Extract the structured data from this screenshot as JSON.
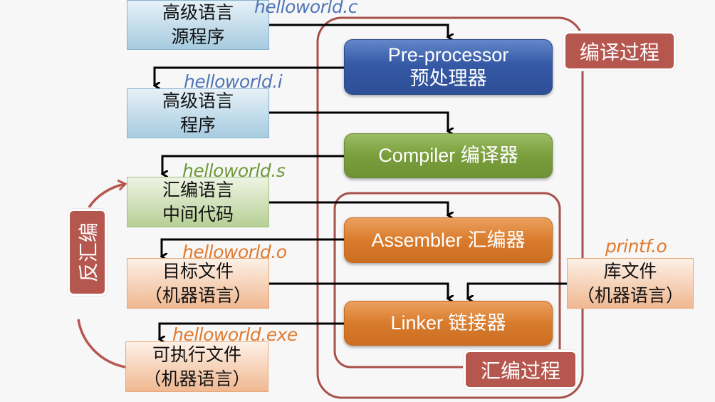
{
  "title": "C program compilation process diagram",
  "files": {
    "source": {
      "line1": "高级语言",
      "line2": "源程序",
      "filename": "helloworld.c"
    },
    "preprocessed": {
      "line1": "高级语言",
      "line2": "程序",
      "filename": "helloworld.i"
    },
    "assembly": {
      "line1": "汇编语言",
      "line2": "中间代码",
      "filename": "helloworld.s"
    },
    "object": {
      "line1": "目标文件",
      "line2": "（机器语言）",
      "filename": "helloworld.o"
    },
    "executable": {
      "line1": "可执行文件",
      "line2": "（机器语言）",
      "filename": "helloworld.exe"
    },
    "library": {
      "line1": "库文件",
      "line2": "（机器语言）",
      "filename": "printf.o"
    }
  },
  "stages": {
    "preprocessor": {
      "line1": "Pre-processor",
      "line2": "预处理器"
    },
    "compiler": {
      "label": "Compiler 编译器"
    },
    "assembler": {
      "label": "Assembler 汇编器"
    },
    "linker": {
      "label": "Linker 链接器"
    }
  },
  "groups": {
    "compile_process": "编译过程",
    "assemble_process": "汇编过程",
    "disassemble": "反汇编"
  },
  "colors": {
    "blue_filename": "#4f76b8",
    "green_filename": "#6f9a3a",
    "orange_filename": "#e07a2e",
    "group_border": "#b6574f"
  }
}
